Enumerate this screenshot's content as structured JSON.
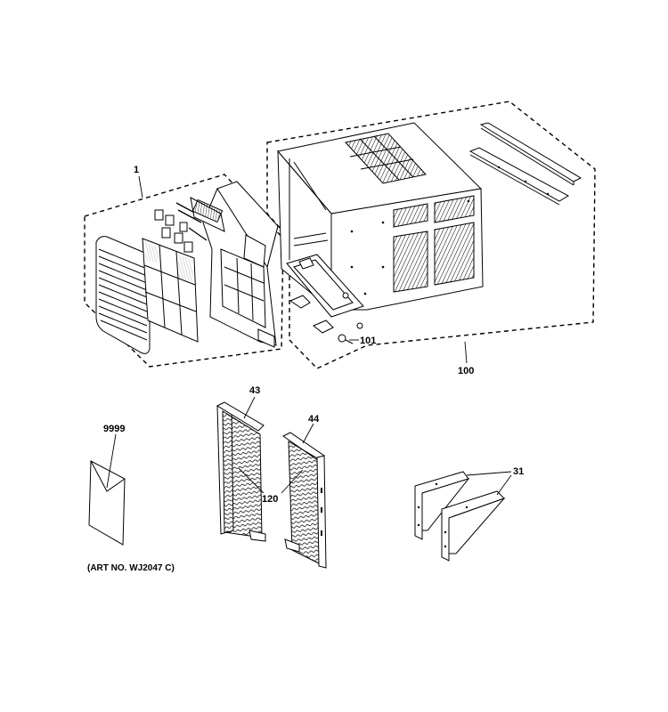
{
  "callouts": {
    "c1": "1",
    "c100": "100",
    "c101": "101",
    "c9999": "9999",
    "c43": "43",
    "c44": "44",
    "c120": "120",
    "c31": "31"
  },
  "art_number": "(ART NO. WJ2047 C)"
}
